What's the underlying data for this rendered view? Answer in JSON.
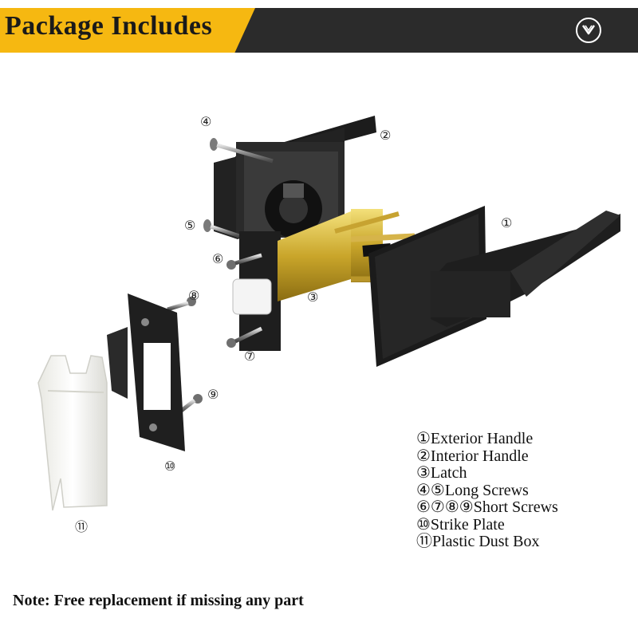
{
  "banner": {
    "title": "Package Includes",
    "accent_color": "#f6b811",
    "bar_color": "#2b2b2b",
    "action_icon": "chevron-down-circle-icon"
  },
  "callouts": [
    "①",
    "②",
    "③",
    "④",
    "⑤",
    "⑥",
    "⑦",
    "⑧",
    "⑨",
    "⑩",
    "⑪"
  ],
  "legend": [
    "①Exterior Handle",
    "②Interior Handle",
    "③Latch",
    "④⑤Long Screws",
    "⑥⑦⑧⑨Short Screws",
    "⑩Strike Plate",
    "⑪Plastic Dust Box"
  ],
  "note": "Note: Free replacement if missing any part"
}
